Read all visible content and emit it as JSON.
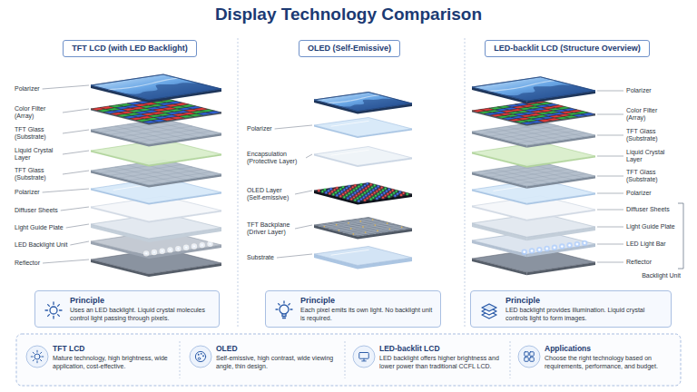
{
  "diagram": {
    "title": "Display Technology Comparison",
    "nodes": [
      {
        "text": [
          "TFT LCD (with LED Backlight)"
        ]
      },
      {
        "text": [
          "OLED (Self-Emissive)"
        ]
      },
      {
        "text": [
          "LED-backlit LCD (Structure Overview)"
        ]
      },
      {
        "text": [
          "Principle",
          "Uses an LED backlight. Liquid crystal molecules control light passing through pixels."
        ]
      },
      {
        "text": [
          "Principle",
          "Each pixel emits its own light. No backlight unit is required."
        ]
      },
      {
        "text": [
          "Principle",
          "LED backlight provides illumination. Liquid crystal controls light to form images."
        ]
      },
      {
        "text": [
          "TFT LCD",
          "Mature technology, high brightness, wide application, cost-effective."
        ]
      },
      {
        "text": [
          "OLED",
          "Self-emissive, high contrast, wide viewing angle, thin design."
        ]
      },
      {
        "text": [
          "LED-backlit LCD",
          "LED backlight offers higher brightness and lower power than traditional CCFL LCD."
        ]
      },
      {
        "text": [
          "Applications",
          "Choose the right technology based on requirements, performance, and budget."
        ]
      }
    ],
    "labels": [
      "Polarizer",
      "Color Filter (Array)",
      "TFT Glass (Substrate)",
      "Liquid Crystal Layer",
      "TFT Glass (Substrate)",
      "Polarizer",
      "Diffuser Sheets",
      "Light Guide Plate",
      "LED Backlight Unit",
      "Reflector",
      "Polarizer",
      "Encapsulation (Protective Layer)",
      "OLED Layer (Self-emissive)",
      "TFT Backplane (Driver Layer)",
      "Substrate",
      "Polarizer",
      "Color Filter (Array)",
      "TFT Glass (Substrate)",
      "Liquid Crystal Layer",
      "TFT Glass (Substrate)",
      "Polarizer",
      "Diffuser Sheets",
      "Light Guide Plate",
      "LED Light Bar",
      "Reflector",
      "Backlight Unit"
    ]
  }
}
